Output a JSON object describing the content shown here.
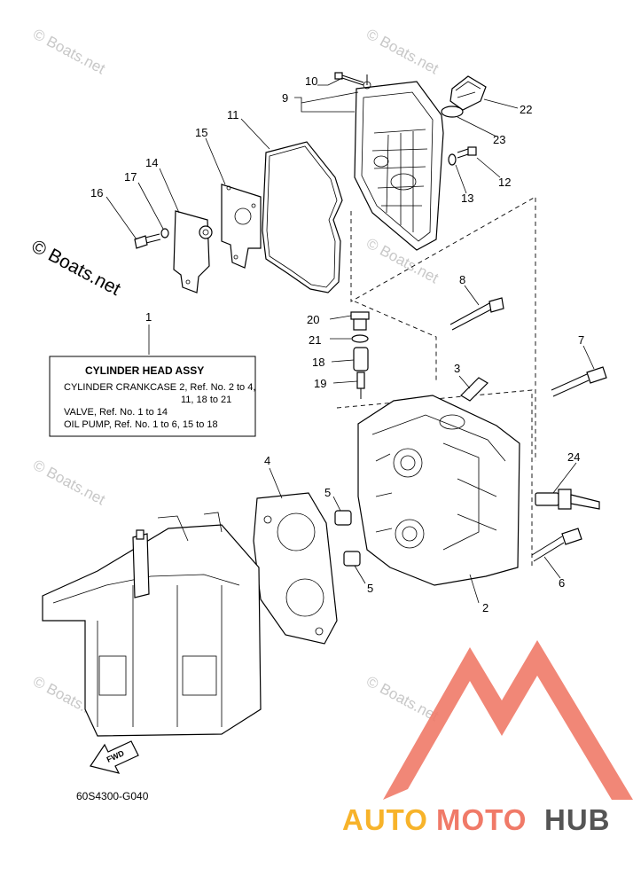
{
  "watermarks": {
    "small": "© Boats.net",
    "large": "© Boats.net"
  },
  "callouts": {
    "n1": "1",
    "n2": "2",
    "n3": "3",
    "n4": "4",
    "n5a": "5",
    "n5b": "5",
    "n6": "6",
    "n7": "7",
    "n8": "8",
    "n9": "9",
    "n10": "10",
    "n11": "11",
    "n12": "12",
    "n13": "13",
    "n14": "14",
    "n15": "15",
    "n16": "16",
    "n17": "17",
    "n18": "18",
    "n19": "19",
    "n20": "20",
    "n21": "21",
    "n22": "22",
    "n23": "23",
    "n24": "24"
  },
  "assy_box": {
    "title": "CYLINDER HEAD ASSY",
    "line1": "CYLINDER CRANKCASE 2,   Ref. No. 2 to 4,",
    "line2": "11, 18 to 21",
    "line3": "VALVE,  Ref. No. 1 to 14",
    "line4": "OIL PUMP,  Ref. No. 1 to 6, 15 to 18"
  },
  "fwd_label": "FWD",
  "diagram_code": "60S4300-G040",
  "logo": {
    "part1": "AUTO",
    "part2": "MOTO",
    "part3": "HUB",
    "colors": {
      "auto": "#f7b32a",
      "moto": "#f07a68",
      "hub": "#555555",
      "triangle": "#f07a68"
    }
  }
}
